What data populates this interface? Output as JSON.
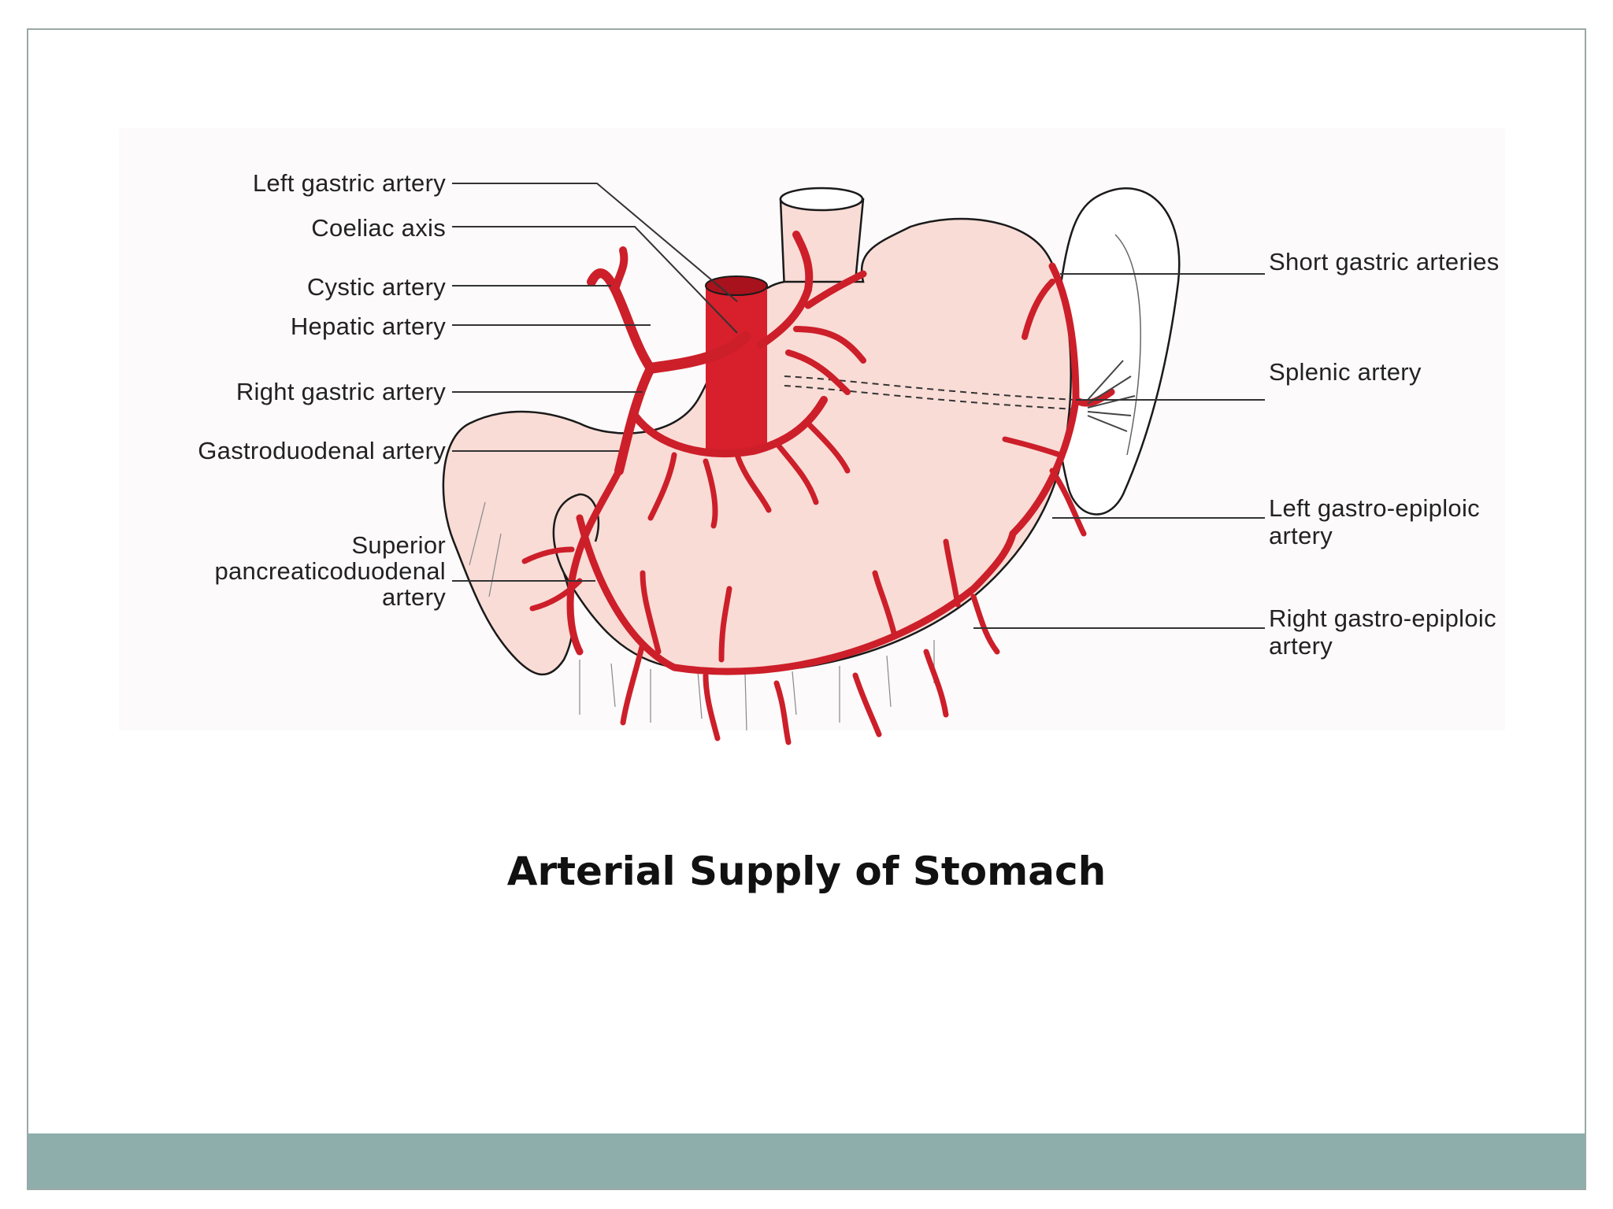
{
  "diagram": {
    "title": "Arterial Supply of Stomach",
    "labels": {
      "left_gastric": "Left gastric artery",
      "coeliac": "Coeliac axis",
      "cystic": "Cystic artery",
      "hepatic": "Hepatic artery",
      "right_gastric": "Right gastric artery",
      "gastroduodenal": "Gastroduodenal artery",
      "sup_pancreatico_1": "Superior",
      "sup_pancreatico_2": "pancreaticoduodenal",
      "sup_pancreatico_3": "artery",
      "short_gastric": "Short gastric arteries",
      "splenic": "Splenic artery",
      "left_gastro_epiploic_1": "Left gastro-epiploic",
      "left_gastro_epiploic_2": "artery",
      "right_gastro_epiploic_1": "Right gastro-epiploic",
      "right_gastro_epiploic_2": "artery"
    }
  },
  "colors": {
    "artery": "#cc1f2a",
    "stomach_fill": "#f9dcd6",
    "footer_band": "#8eaeac"
  }
}
